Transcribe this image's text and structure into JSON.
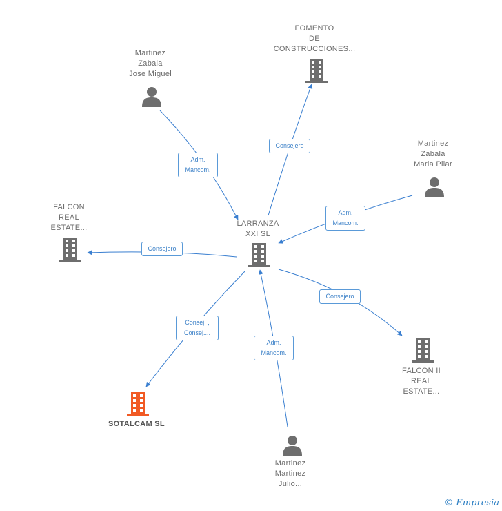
{
  "colors": {
    "edge": "#3a7fd0",
    "node_icon": "#6e6e6e",
    "highlight_icon": "#f15a24"
  },
  "nodes": {
    "martinez_jose": {
      "lines": [
        "Martinez",
        "Zabala",
        "Jose Miguel"
      ],
      "icon": "person-icon"
    },
    "fomento": {
      "lines": [
        "FOMENTO",
        "DE",
        "CONSTRUCCIONES..."
      ],
      "icon": "building-icon"
    },
    "martinez_maria": {
      "lines": [
        "Martinez",
        "Zabala",
        "Maria Pilar"
      ],
      "icon": "person-icon"
    },
    "falcon_real": {
      "lines": [
        "FALCON",
        "REAL",
        "ESTATE..."
      ],
      "icon": "building-icon"
    },
    "larranza": {
      "lines": [
        "LARRANZA",
        "XXI SL"
      ],
      "icon": "building-icon"
    },
    "falcon_ii": {
      "lines": [
        "FALCON II",
        "REAL",
        "ESTATE..."
      ],
      "icon": "building-icon"
    },
    "sotalcam": {
      "lines": [
        "SOTALCAM SL"
      ],
      "icon": "building-icon"
    },
    "martinez_julio": {
      "lines": [
        "Martinez",
        "Martinez",
        "Julio..."
      ],
      "icon": "person-icon"
    }
  },
  "edges": {
    "jose_to_larranza": [
      "Adm.",
      "Mancom."
    ],
    "larranza_to_fomento": [
      "Consejero"
    ],
    "maria_to_larranza": [
      "Adm.",
      "Mancom."
    ],
    "larranza_to_falcon_real": [
      "Consejero"
    ],
    "larranza_to_falcon_ii": [
      "Consejero"
    ],
    "larranza_to_sotalcam": [
      "Consej. ,",
      "Consej...."
    ],
    "julio_to_larranza": [
      "Adm.",
      "Mancom."
    ]
  },
  "footer": {
    "copyright": "©",
    "brand": "Empresia"
  }
}
